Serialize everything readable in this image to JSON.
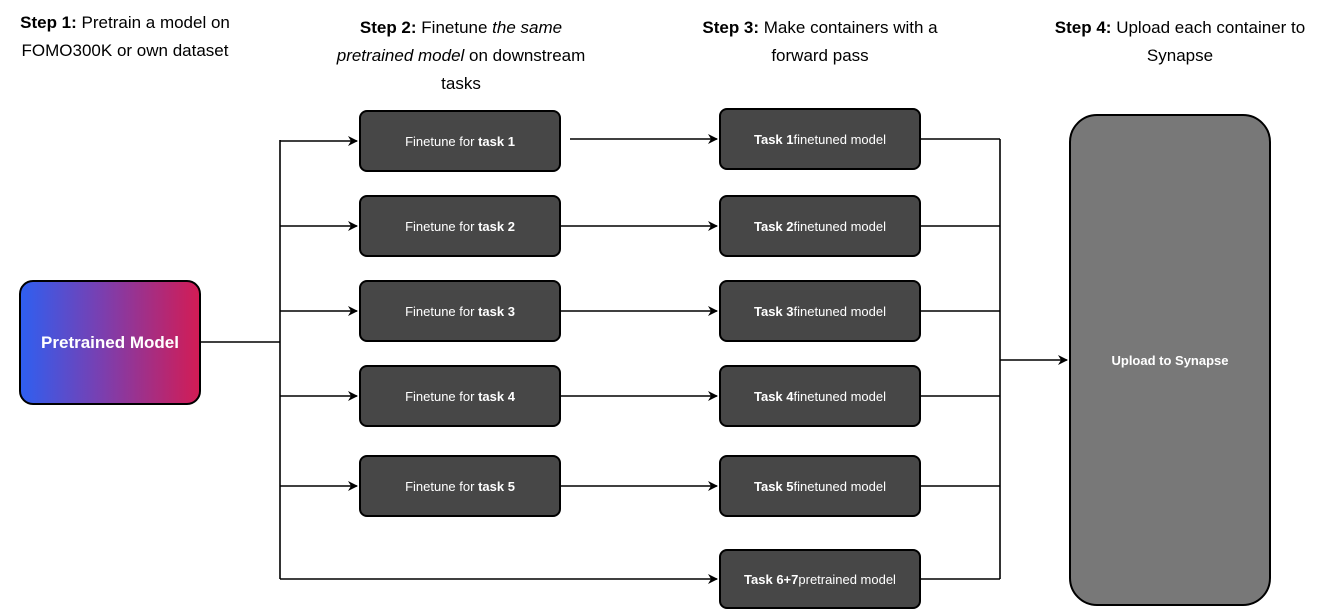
{
  "steps": [
    {
      "label": "Step 1:",
      "text": " Pretrain a model on FOMO300K or own dataset"
    },
    {
      "label": "Step 2:",
      "text_pre": " Finetune ",
      "text_em": "the same pretrained model",
      "text_post": " on downstream tasks"
    },
    {
      "label": "Step 3:",
      "text": " Make containers with a forward pass"
    },
    {
      "label": "Step 4:",
      "text": " Upload each container to Synapse"
    }
  ],
  "pretrained_model": "Pretrained Model",
  "finetune_prefix": "Finetune for ",
  "finetune_tasks": [
    "task 1",
    "task 2",
    "task 3",
    "task 4",
    "task 5"
  ],
  "finetuned_models": [
    {
      "task": "Task 1",
      "suffix": " finetuned model"
    },
    {
      "task": "Task 2",
      "suffix": " finetuned model"
    },
    {
      "task": "Task 3",
      "suffix": " finetuned model"
    },
    {
      "task": "Task 4",
      "suffix": " finetuned model"
    },
    {
      "task": "Task 5",
      "suffix": " finetuned model"
    },
    {
      "task": "Task 6+7",
      "suffix": " pretrained model"
    }
  ],
  "upload": "Upload to Synapse",
  "colors": {
    "node_fill": "#474747",
    "upload_fill": "#787878",
    "gradient_start": "#2f5ff0",
    "gradient_end": "#d21c55"
  }
}
